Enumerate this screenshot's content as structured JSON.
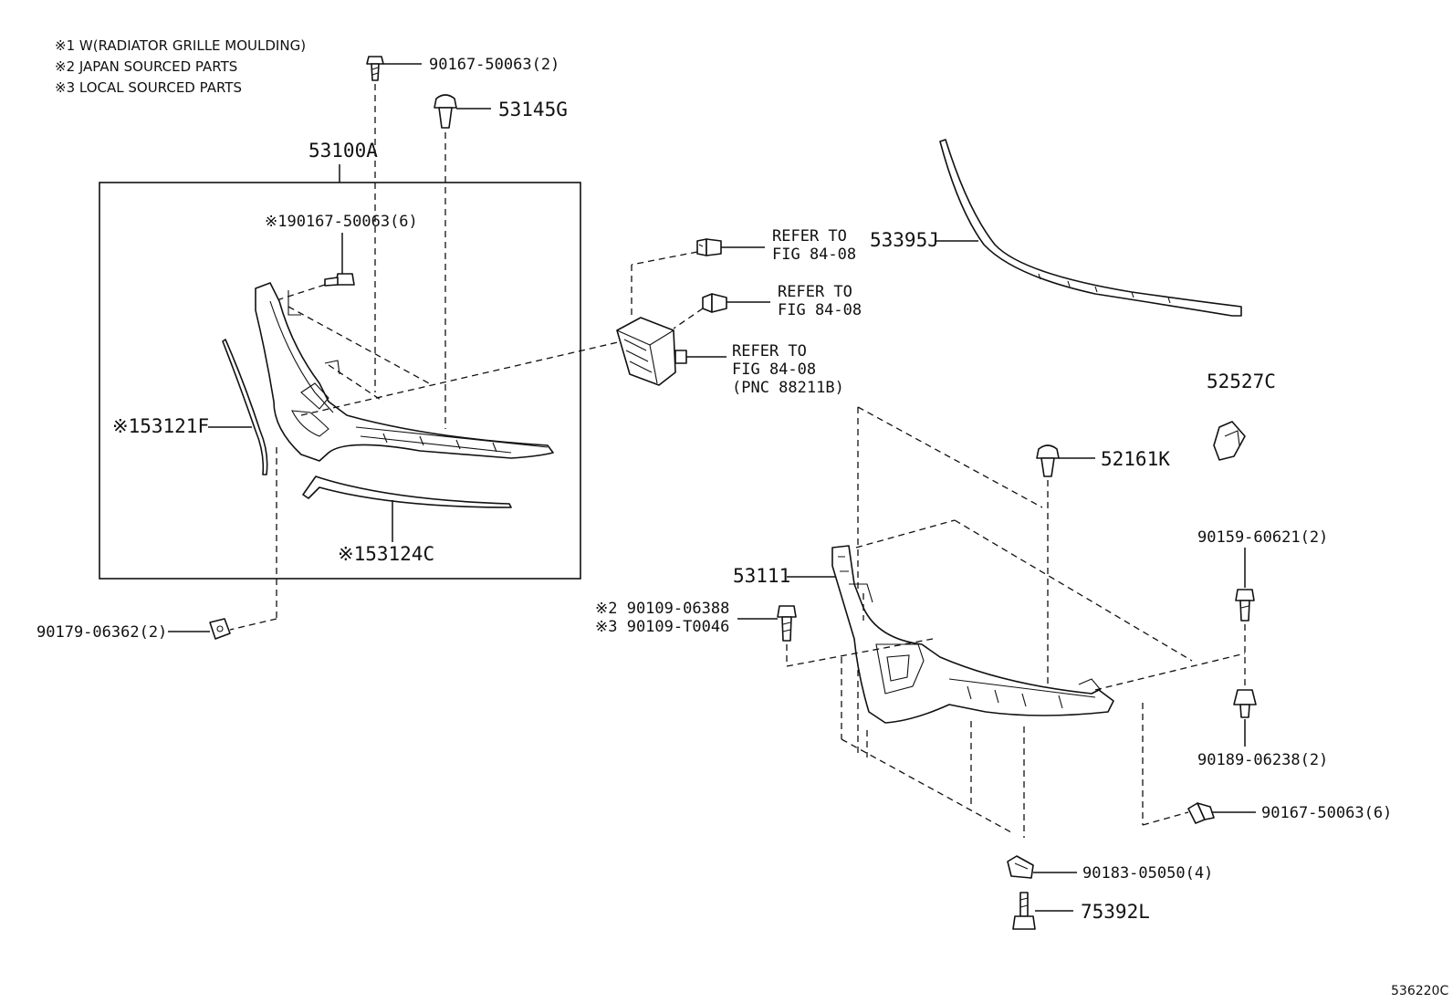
{
  "notes": [
    "※1 W(RADIATOR GRILLE MOULDING)",
    "※2 JAPAN SOURCED PARTS",
    "※3 LOCAL SOURCED PARTS"
  ],
  "labels": {
    "p90167_2": "90167-50063(2)",
    "p53145g": "53145G",
    "p53100a": "53100A",
    "p90167_6_inner": "※190167-50063(6)",
    "p53121f": "※153121F",
    "p53124c": "※153124C",
    "p90179": "90179-06362(2)",
    "p53395j": "53395J",
    "refer1_l1": "REFER TO",
    "refer1_l2": "FIG 84-08",
    "refer2_l1": "REFER TO",
    "refer2_l2": "FIG 84-08",
    "refer3_l1": "REFER TO",
    "refer3_l2": "FIG 84-08",
    "refer3_l3": "(PNC 88211B)",
    "p52527c": "52527C",
    "p52161k": "52161K",
    "p53111": "53111",
    "p90109_06388": "※2 90109-06388",
    "p90109_t0046": "※3 90109-T0046",
    "p90159": "90159-60621(2)",
    "p90189": "90189-06238(2)",
    "p90167_6_outer": "90167-50063(6)",
    "p90183": "90183-05050(4)",
    "p75392l": "75392L"
  },
  "figure_id": "536220C"
}
